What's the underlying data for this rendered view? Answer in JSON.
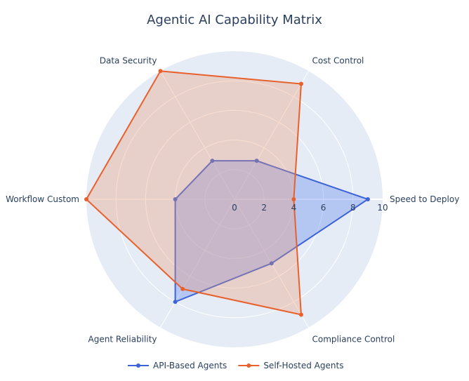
{
  "chart_data": {
    "type": "radar",
    "title": "Agentic AI Capability Matrix",
    "categories": [
      "Speed to Deploy",
      "Cost Control",
      "Data Security",
      "Workflow Custom",
      "Agent Reliability",
      "Compliance Control"
    ],
    "radial_range": [
      0,
      10
    ],
    "radial_ticks": [
      "0",
      "2",
      "4",
      "6",
      "8",
      "10"
    ],
    "grid": true,
    "legend_position": "bottom-center",
    "series": [
      {
        "name": "API-Based Agents",
        "color": "#3d63d8",
        "fill": "rgba(99,140,240,0.38)",
        "values": [
          9,
          3,
          3,
          4,
          8,
          5
        ]
      },
      {
        "name": "Self-Hosted Agents",
        "color": "#e8612c",
        "fill": "rgba(240,150,110,0.32)",
        "values": [
          4,
          9,
          10,
          10,
          7,
          9
        ]
      }
    ]
  }
}
